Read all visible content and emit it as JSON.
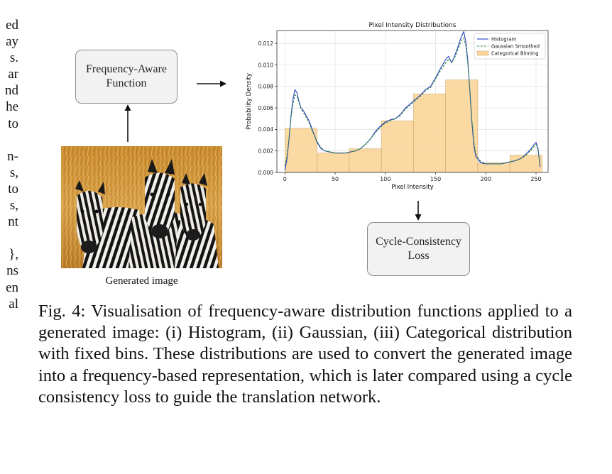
{
  "margin_text": [
    "ed",
    "ay",
    "s.",
    "ar",
    "nd",
    "he",
    "to",
    "",
    "n-",
    "s,",
    "to",
    "s,",
    "nt",
    "",
    "},",
    "ns",
    "en",
    "al"
  ],
  "boxes": {
    "frequency_aware": [
      "Frequency-Aware",
      "Function"
    ],
    "cycle_consistency": [
      "Cycle-Consistency",
      "Loss"
    ]
  },
  "generated_image_label": "Generated image",
  "caption": {
    "label": "Fig. 4:",
    "text": "Visualisation of frequency-aware distribution functions applied to a generated image: (i) Histogram, (ii) Gaussian, (iii) Categorical distribution with fixed bins. These distributions are used to convert the generated image into a frequency-based representation, which is later compared using a cycle consistency loss to guide the translation network."
  },
  "chart_data": {
    "type": "line",
    "title": "Pixel Intensity Distributions",
    "xlabel": "Pixel Intensity",
    "ylabel": "Probability Density",
    "xlim": [
      -8,
      262
    ],
    "ylim": [
      0,
      0.0132
    ],
    "xticks": [
      0,
      50,
      100,
      150,
      200,
      250
    ],
    "yticks": [
      0.0,
      0.002,
      0.004,
      0.006,
      0.008,
      0.01,
      0.012
    ],
    "ytick_labels": [
      "0.000",
      "0.002",
      "0.004",
      "0.006",
      "0.008",
      "0.010",
      "0.012"
    ],
    "grid": true,
    "legend_position": "top-right",
    "colors": {
      "histogram": "#2b3fc4",
      "gaussian": "#2e8b3e",
      "bins_fill": "#fbd59a",
      "bins_edge": "#c9a36a"
    },
    "legend": [
      "Histogram",
      "Gaussian Smoothed",
      "Categorical Binning"
    ],
    "series": [
      {
        "name": "Histogram",
        "x": [
          0,
          2,
          4,
          6,
          8,
          10,
          12,
          14,
          16,
          18,
          20,
          24,
          28,
          32,
          36,
          40,
          45,
          50,
          55,
          60,
          65,
          70,
          75,
          80,
          85,
          90,
          95,
          100,
          105,
          110,
          115,
          120,
          125,
          130,
          135,
          140,
          145,
          150,
          155,
          160,
          163,
          166,
          168,
          170,
          172,
          174,
          176,
          178,
          180,
          182,
          184,
          186,
          188,
          190,
          195,
          200,
          205,
          210,
          215,
          220,
          225,
          230,
          235,
          240,
          245,
          248,
          250,
          252,
          254
        ],
        "y": [
          0.0002,
          0.0012,
          0.003,
          0.0052,
          0.0068,
          0.0077,
          0.0074,
          0.0066,
          0.006,
          0.0058,
          0.0055,
          0.0048,
          0.0038,
          0.0028,
          0.0022,
          0.002,
          0.0019,
          0.0018,
          0.0018,
          0.0018,
          0.0019,
          0.002,
          0.0022,
          0.0026,
          0.0031,
          0.0038,
          0.0043,
          0.0047,
          0.0049,
          0.005,
          0.0054,
          0.006,
          0.0064,
          0.0068,
          0.0072,
          0.0077,
          0.008,
          0.0088,
          0.0097,
          0.0105,
          0.0108,
          0.0102,
          0.0106,
          0.0111,
          0.0116,
          0.0122,
          0.0127,
          0.0131,
          0.0122,
          0.0105,
          0.0078,
          0.0048,
          0.0026,
          0.0015,
          0.0009,
          0.0008,
          0.0008,
          0.0008,
          0.0008,
          0.0009,
          0.001,
          0.0011,
          0.0013,
          0.0017,
          0.0022,
          0.0026,
          0.0028,
          0.0022,
          0.0005
        ]
      },
      {
        "name": "Gaussian Smoothed",
        "x": [
          0,
          2,
          4,
          6,
          8,
          10,
          12,
          14,
          16,
          18,
          20,
          24,
          28,
          32,
          36,
          40,
          45,
          50,
          55,
          60,
          65,
          70,
          75,
          80,
          85,
          90,
          95,
          100,
          105,
          110,
          115,
          120,
          125,
          130,
          135,
          140,
          145,
          150,
          155,
          160,
          163,
          166,
          168,
          170,
          172,
          174,
          176,
          178,
          180,
          182,
          184,
          186,
          188,
          190,
          195,
          200,
          205,
          210,
          215,
          220,
          225,
          230,
          235,
          240,
          245,
          248,
          250,
          252,
          254
        ],
        "y": [
          0.0006,
          0.0015,
          0.0031,
          0.005,
          0.0064,
          0.0072,
          0.0071,
          0.0065,
          0.0059,
          0.0056,
          0.0053,
          0.0046,
          0.0037,
          0.0029,
          0.0023,
          0.002,
          0.0019,
          0.0018,
          0.0018,
          0.0018,
          0.0019,
          0.002,
          0.0022,
          0.0026,
          0.0031,
          0.0037,
          0.0042,
          0.0046,
          0.0048,
          0.005,
          0.0053,
          0.0059,
          0.0063,
          0.0067,
          0.0071,
          0.0076,
          0.0079,
          0.0087,
          0.0095,
          0.0102,
          0.0105,
          0.0103,
          0.0105,
          0.0109,
          0.0114,
          0.0119,
          0.0123,
          0.0125,
          0.0118,
          0.0102,
          0.0078,
          0.005,
          0.0029,
          0.0017,
          0.001,
          0.0008,
          0.0008,
          0.0008,
          0.0008,
          0.0009,
          0.001,
          0.0011,
          0.0013,
          0.0016,
          0.0021,
          0.0024,
          0.0026,
          0.0021,
          0.0007
        ]
      }
    ],
    "bins": {
      "name": "Categorical Binning",
      "edges": [
        0,
        32,
        64,
        96,
        128,
        160,
        192,
        224,
        256
      ],
      "values": [
        0.0041,
        0.0018,
        0.0022,
        0.0048,
        0.0073,
        0.0086,
        0.0009,
        0.0016
      ]
    }
  }
}
